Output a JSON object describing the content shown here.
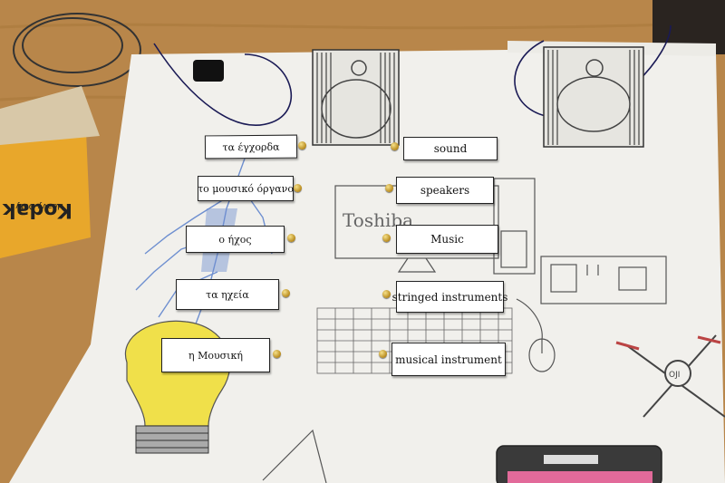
{
  "greek_terms": [
    {
      "text": "τα έγχορδα"
    },
    {
      "text": "το μουσικό όργανο"
    },
    {
      "text": "ο ήχος"
    },
    {
      "text": "τα ηχεία"
    },
    {
      "text": "η Μουσική"
    }
  ],
  "english_terms": [
    {
      "text": "sound"
    },
    {
      "text": "speakers"
    },
    {
      "text": "Music"
    },
    {
      "text": "stringed instruments"
    },
    {
      "text": "musical instrument"
    }
  ],
  "drawing_texts": {
    "monitor_brand": "Toshiba",
    "box_brand": "Kodak",
    "box_caption": "Heavy Duty",
    "robot_label": "OJI"
  },
  "colors": {
    "table": "#b8864a",
    "poster": "#f1f0ec",
    "pin": "#c9a43a",
    "bulb": "#f0e04a",
    "lightning": "#6e8fd0",
    "box": "#e8a72b"
  }
}
